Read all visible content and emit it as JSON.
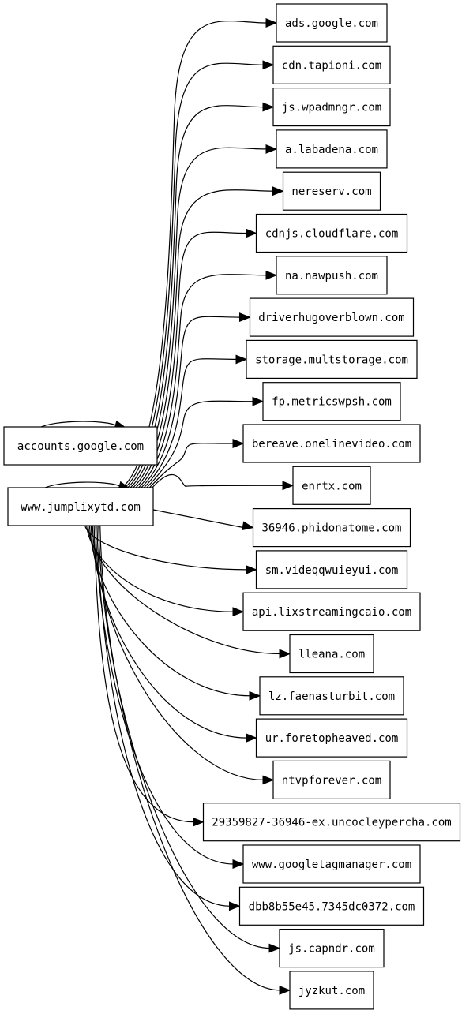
{
  "graph": {
    "source_nodes": [
      {
        "id": "accounts",
        "label": "accounts.google.com"
      },
      {
        "id": "jumplix",
        "label": "www.jumplixytd.com"
      }
    ],
    "target_nodes": [
      {
        "id": "t0",
        "label": "ads.google.com"
      },
      {
        "id": "t1",
        "label": "cdn.tapioni.com"
      },
      {
        "id": "t2",
        "label": "js.wpadmngr.com"
      },
      {
        "id": "t3",
        "label": "a.labadena.com"
      },
      {
        "id": "t4",
        "label": "nereserv.com"
      },
      {
        "id": "t5",
        "label": "cdnjs.cloudflare.com"
      },
      {
        "id": "t6",
        "label": "na.nawpush.com"
      },
      {
        "id": "t7",
        "label": "driverhugoverblown.com"
      },
      {
        "id": "t8",
        "label": "storage.multstorage.com"
      },
      {
        "id": "t9",
        "label": "fp.metricswpsh.com"
      },
      {
        "id": "t10",
        "label": "bereave.onelinevideo.com"
      },
      {
        "id": "t11",
        "label": "enrtx.com"
      },
      {
        "id": "t12",
        "label": "36946.phidonatome.com"
      },
      {
        "id": "t13",
        "label": "sm.videqqwuieyui.com"
      },
      {
        "id": "t14",
        "label": "api.lixstreamingcaio.com"
      },
      {
        "id": "t15",
        "label": "lleana.com"
      },
      {
        "id": "t16",
        "label": "lz.faenasturbit.com"
      },
      {
        "id": "t17",
        "label": "ur.foretopheaved.com"
      },
      {
        "id": "t18",
        "label": "ntvpforever.com"
      },
      {
        "id": "t19",
        "label": "29359827-36946-ex.uncocleypercha.com"
      },
      {
        "id": "t20",
        "label": "www.googletagmanager.com"
      },
      {
        "id": "t21",
        "label": "dbb8b55e45.7345dc0372.com"
      },
      {
        "id": "t22",
        "label": "js.capndr.com"
      },
      {
        "id": "t23",
        "label": "jyzkut.com"
      }
    ],
    "edges": [
      {
        "from": "accounts",
        "to": "accounts"
      },
      {
        "from": "jumplix",
        "to": "jumplix"
      },
      {
        "from": "jumplix",
        "to": "t0"
      },
      {
        "from": "jumplix",
        "to": "t1"
      },
      {
        "from": "jumplix",
        "to": "t2"
      },
      {
        "from": "jumplix",
        "to": "t3"
      },
      {
        "from": "jumplix",
        "to": "t4"
      },
      {
        "from": "jumplix",
        "to": "t5"
      },
      {
        "from": "jumplix",
        "to": "t6"
      },
      {
        "from": "jumplix",
        "to": "t7"
      },
      {
        "from": "jumplix",
        "to": "t8"
      },
      {
        "from": "jumplix",
        "to": "t9"
      },
      {
        "from": "jumplix",
        "to": "t10"
      },
      {
        "from": "jumplix",
        "to": "t11"
      },
      {
        "from": "jumplix",
        "to": "t12"
      },
      {
        "from": "jumplix",
        "to": "t13"
      },
      {
        "from": "jumplix",
        "to": "t14"
      },
      {
        "from": "jumplix",
        "to": "t15"
      },
      {
        "from": "jumplix",
        "to": "t16"
      },
      {
        "from": "jumplix",
        "to": "t17"
      },
      {
        "from": "jumplix",
        "to": "t18"
      },
      {
        "from": "jumplix",
        "to": "t19"
      },
      {
        "from": "jumplix",
        "to": "t20"
      },
      {
        "from": "jumplix",
        "to": "t21"
      },
      {
        "from": "jumplix",
        "to": "t22"
      },
      {
        "from": "jumplix",
        "to": "t23"
      }
    ]
  }
}
